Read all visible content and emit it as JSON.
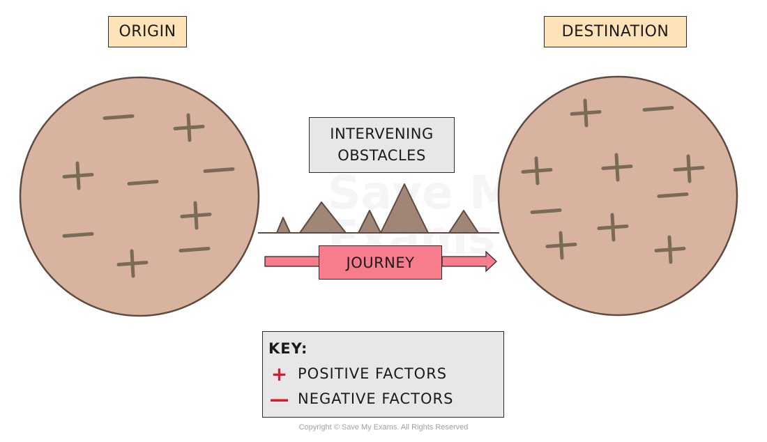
{
  "labels": {
    "origin": "ORIGIN",
    "destination": "DESTINATION",
    "obstacles_line1": "INTERVENING",
    "obstacles_line2": "OBSTACLES",
    "journey": "JOURNEY"
  },
  "key": {
    "title": "KEY:",
    "items": [
      {
        "symbol": "+",
        "label": "POSITIVE FACTORS"
      },
      {
        "symbol": "—",
        "label": "NEGATIVE FACTORS"
      }
    ]
  },
  "watermark": {
    "line1": "Save My",
    "line2": "Exams"
  },
  "copyright": "Copyright © Save My Exams. All Rights Reserved",
  "colors": {
    "circle_fill": "#d8b4a0",
    "circle_stroke": "#5e4a3e",
    "sign_color": "#7a6a58",
    "mountain_fill": "#a08676",
    "label_fill": "#fde3b7",
    "obstacle_fill": "#e7e7e7",
    "journey_fill": "#f77d8c",
    "key_symbol_color": "#d41c2c"
  },
  "origin_factors": {
    "positive_count": 4,
    "negative_count": 5
  },
  "destination_factors": {
    "positive_count": 7,
    "negative_count": 3
  }
}
